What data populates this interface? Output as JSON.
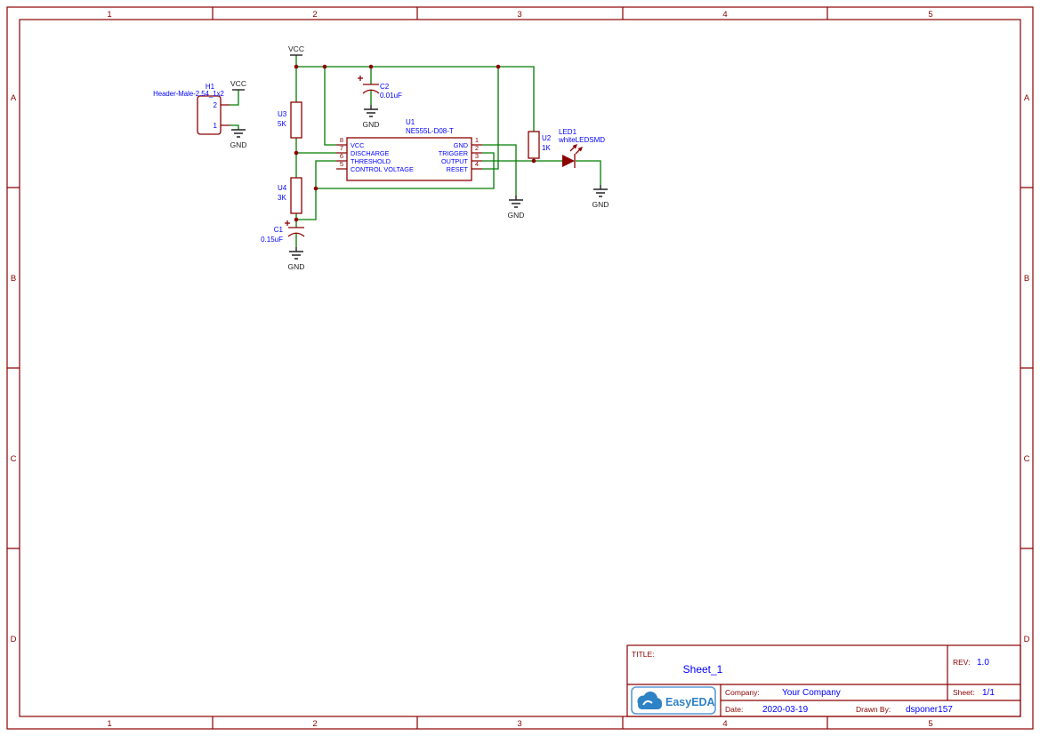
{
  "frame": {
    "columns": [
      "1",
      "2",
      "3",
      "4",
      "5"
    ],
    "rows": [
      "A",
      "B",
      "C",
      "D"
    ]
  },
  "nets": {
    "vcc": "VCC",
    "gnd": "GND"
  },
  "components": {
    "h1": {
      "ref": "H1",
      "part": "Header-Male-2.54_1x2",
      "pin_top": "2",
      "pin_bottom": "1"
    },
    "u3": {
      "ref": "U3",
      "value": "5K"
    },
    "u4": {
      "ref": "U4",
      "value": "3K"
    },
    "u2": {
      "ref": "U2",
      "value": "1K"
    },
    "c2": {
      "ref": "C2",
      "value": "0.01uF"
    },
    "c1": {
      "ref": "C1",
      "value": "0.15uF"
    },
    "u1": {
      "ref": "U1",
      "part": "NE555L-D08-T",
      "pins_left": [
        {
          "num": "8",
          "name": "VCC"
        },
        {
          "num": "7",
          "name": "DISCHARGE"
        },
        {
          "num": "6",
          "name": "THRESHOLD"
        },
        {
          "num": "5",
          "name": "CONTROL VOLTAGE"
        }
      ],
      "pins_right": [
        {
          "num": "1",
          "name": "GND"
        },
        {
          "num": "2",
          "name": "TRIGGER"
        },
        {
          "num": "3",
          "name": "OUTPUT"
        },
        {
          "num": "4",
          "name": "RESET"
        }
      ]
    },
    "led1": {
      "ref": "LED1",
      "value": "whiteLEDSMD"
    }
  },
  "title_block": {
    "title_label": "TITLE:",
    "title": "Sheet_1",
    "rev_label": "REV:",
    "rev": "1.0",
    "sheet_label": "Sheet:",
    "sheet": "1/1",
    "company_label": "Company:",
    "company": "Your Company",
    "date_label": "Date:",
    "date": "2020-03-19",
    "drawn_label": "Drawn By:",
    "drawn_by": "dsponer157",
    "logo_text": "EasyEDA"
  },
  "colors": {
    "wire": "#007d00",
    "symbol_outline": "#8b0000",
    "label_text": "#0000ff",
    "frame": "#8b0000",
    "net_flag": "#222222",
    "junction": "#8b0000",
    "logo_blue": "#2e82c6"
  }
}
